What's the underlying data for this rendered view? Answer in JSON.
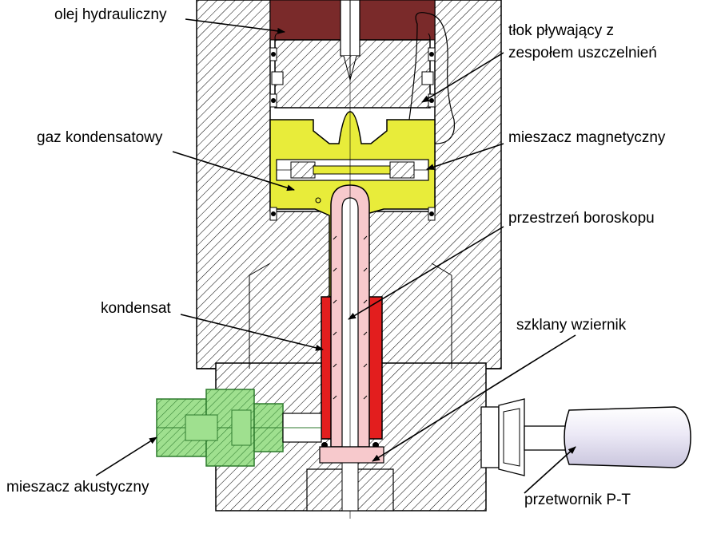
{
  "labels": {
    "hydraulic_oil": "olej hydrauliczny",
    "floating_piston_line1": "tłok pływający z",
    "floating_piston_line2": "zespołem uszczelnień",
    "condensate_gas": "gaz kondensatowy",
    "magnetic_mixer": "mieszacz magnetyczny",
    "borescope_space": "przestrzeń boroskopu",
    "condensate": "kondensat",
    "sight_glass": "szklany wziernik",
    "acoustic_mixer": "mieszacz akustyczny",
    "pt_transducer": "przetwornik P-T"
  },
  "colors": {
    "hydraulic_oil": "#7a2a2a",
    "condensate_gas": "#e8ec3a",
    "condensate": "#e31e1e",
    "borescope": "#f7c9cc",
    "acoustic_mixer": "#9fe08f",
    "transducer": "#e6e3f2",
    "hatch": "#000000"
  }
}
